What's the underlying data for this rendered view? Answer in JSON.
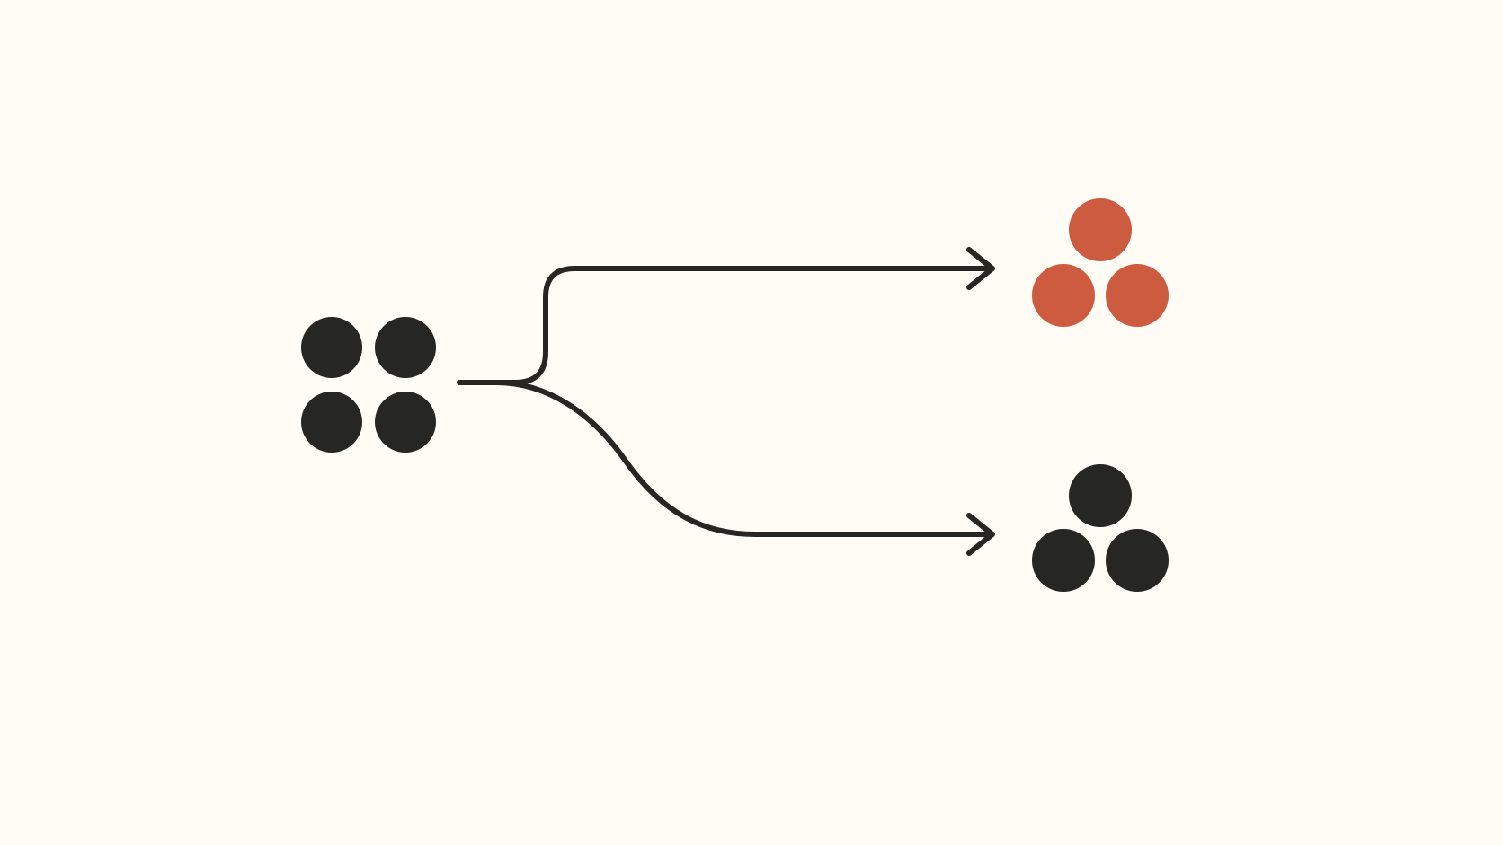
{
  "colors": {
    "background": "#FFFCF5",
    "ink": "#262622",
    "accent": "#CD5B40"
  },
  "source": {
    "count": 4,
    "color": "#262622"
  },
  "outputs": [
    {
      "id": "top",
      "count": 3,
      "color": "#CD5B40"
    },
    {
      "id": "bottom",
      "count": 3,
      "color": "#262622"
    }
  ]
}
